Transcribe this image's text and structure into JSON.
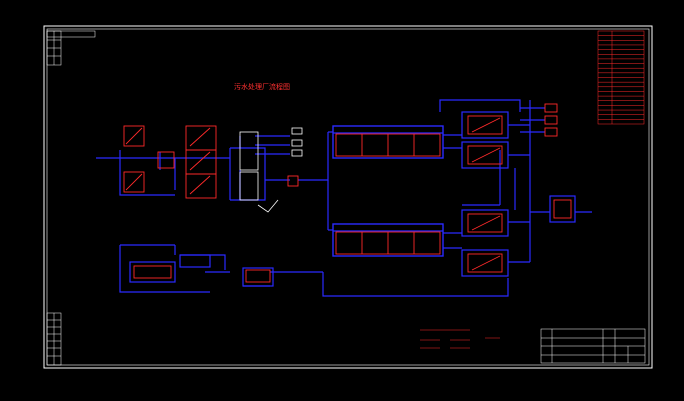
{
  "drawing": {
    "title": "污水处理厂流程图",
    "background": "#000000",
    "frame_color": "#ffffff",
    "pipe_color": "#2a2aff",
    "equipment_color": "#ff2a2a",
    "note_color": "#ffffff"
  },
  "legend": {
    "rows": 20
  },
  "title_block": {
    "rows": 4
  }
}
